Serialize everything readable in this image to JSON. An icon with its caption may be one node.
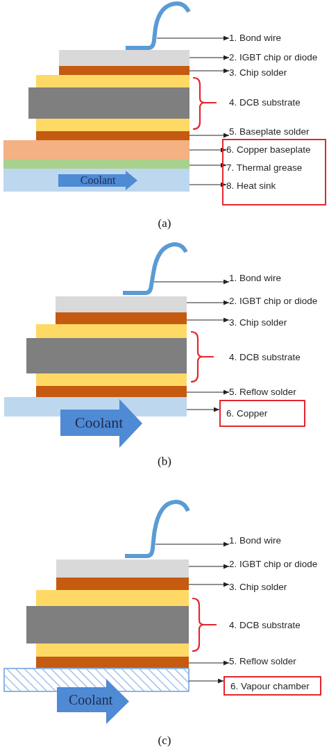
{
  "diagram": {
    "nodes": [
      {
        "text": [],
        "shape": "curve"
      },
      {
        "text": [
          "1. Bond wire"
        ]
      },
      {
        "text": [],
        "shape": "bar"
      },
      {
        "text": [
          "2. IGBT chip or diode"
        ]
      },
      {
        "text": [],
        "shape": "bar"
      },
      {
        "text": [
          "3. Chip solder"
        ]
      },
      {
        "text": [],
        "shape": "bar"
      },
      {
        "text": [],
        "shape": "bar"
      },
      {
        "text": [],
        "shape": "bar"
      },
      {
        "text": [],
        "shape": "bar"
      },
      {
        "text": [
          "5. Baseplate solder"
        ]
      },
      {
        "text": [],
        "shape": "bar"
      },
      {
        "text": [],
        "shape": "box"
      },
      {
        "text": [
          "6. Copper baseplate"
        ],
        "in": 12
      },
      {
        "text": [],
        "shape": "bar"
      },
      {
        "text": [
          "7. Thermal grease"
        ],
        "in": 12
      },
      {
        "text": [],
        "shape": "bar"
      },
      {
        "text": [
          "8. Heat sink"
        ],
        "in": 12
      },
      {
        "text": [],
        "shape": "curve"
      },
      {
        "text": [
          "1. Bond wire"
        ]
      },
      {
        "text": [],
        "shape": "bar"
      },
      {
        "text": [
          "2. IGBT chip or diode"
        ]
      },
      {
        "text": [],
        "shape": "bar"
      },
      {
        "text": [
          "3. Chip solder"
        ]
      },
      {
        "text": [],
        "shape": "bar"
      },
      {
        "text": [],
        "shape": "bar"
      },
      {
        "text": [],
        "shape": "bar"
      },
      {
        "text": [],
        "shape": "bar"
      },
      {
        "text": [
          "5. Reflow solder"
        ]
      },
      {
        "text": [],
        "shape": "bar"
      },
      {
        "text": [
          "6. Copper"
        ]
      },
      {
        "text": [],
        "shape": "curve"
      },
      {
        "text": [
          "1. Bond wire"
        ]
      },
      {
        "text": [],
        "shape": "bar"
      },
      {
        "text": [
          "2. IGBT chip or diode"
        ]
      },
      {
        "text": [],
        "shape": "bar"
      },
      {
        "text": [
          "3. Chip solder"
        ]
      },
      {
        "text": [],
        "shape": "bar"
      },
      {
        "text": [],
        "shape": "bar"
      },
      {
        "text": [],
        "shape": "bar"
      },
      {
        "text": [],
        "shape": "bar"
      },
      {
        "text": [
          "5. Reflow solder"
        ]
      },
      {
        "text": [],
        "shape": "bar"
      },
      {
        "text": [
          "6. Vapour chamber"
        ]
      }
    ],
    "edges": [
      {
        "from": 0,
        "to": 1,
        "arrow": "to"
      },
      {
        "from": 2,
        "to": 3,
        "arrow": "to"
      },
      {
        "from": 4,
        "to": 5,
        "arrow": "to"
      },
      {
        "from": 9,
        "to": 10,
        "arrow": "to"
      },
      {
        "from": 11,
        "to": 13,
        "arrow": "to"
      },
      {
        "from": 14,
        "to": 15,
        "arrow": "to"
      },
      {
        "from": 16,
        "to": 17,
        "arrow": "to"
      },
      {
        "from": 18,
        "to": 19,
        "arrow": "to"
      },
      {
        "from": 20,
        "to": 21,
        "arrow": "to"
      },
      {
        "from": 22,
        "to": 23,
        "arrow": "to"
      },
      {
        "from": 27,
        "to": 28,
        "arrow": "to"
      },
      {
        "from": 29,
        "to": 30,
        "arrow": "to"
      },
      {
        "from": 31,
        "to": 32,
        "arrow": "to"
      },
      {
        "from": 33,
        "to": 34,
        "arrow": "to"
      },
      {
        "from": 35,
        "to": 36,
        "arrow": "to"
      },
      {
        "from": 40,
        "to": 41,
        "arrow": "to"
      },
      {
        "from": 42,
        "to": 43,
        "arrow": "to"
      }
    ],
    "labels": [
      "4. DCB substrate",
      "Coolant",
      "(a)",
      "4. DCB substrate",
      "Coolant",
      "(b)",
      "4. DCB substrate",
      "Coolant",
      "(c)"
    ]
  }
}
